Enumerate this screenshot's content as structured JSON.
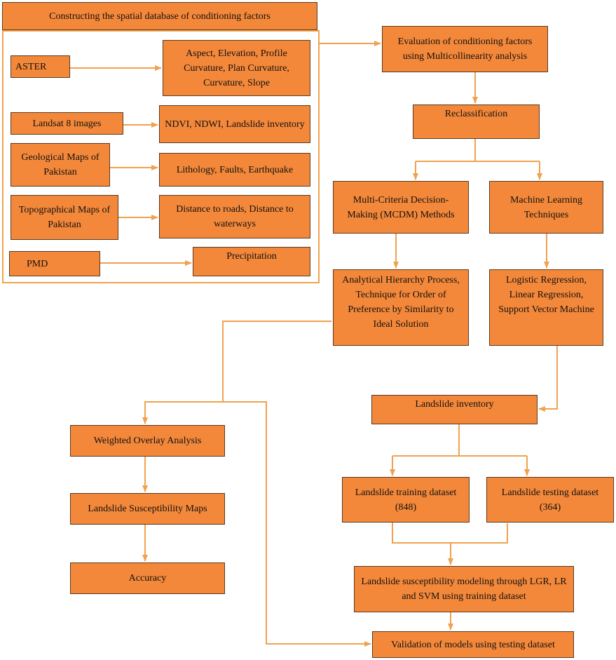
{
  "colors": {
    "box_fill": "#f4883a",
    "box_border": "#5a3a1e",
    "arrow": "#f0a24f",
    "frame": "#f0a24f"
  },
  "nodes": {
    "header": "Constructing the spatial database of conditioning factors",
    "aster": "ASTER",
    "terrain": "Aspect, Elevation, Profile Curvature, Plan Curvature, Curvature, Slope",
    "landsat": "Landsat 8 images",
    "ndvi": "NDVI, NDWI, Landslide inventory",
    "geo": "Geological Maps of Pakistan",
    "litho": "Lithology, Faults, Earthquake",
    "topo": "Topographical Maps of Pakistan",
    "dist": "Distance to roads, Distance to waterways",
    "pmd": "PMD",
    "precip": "Precipitation",
    "eval": "Evaluation of conditioning factors using Multicollinearity analysis",
    "reclass": "Reclassification",
    "mcdm": "Multi-Criteria Decision-Making (MCDM) Methods",
    "ml": "Machine Learning Techniques",
    "ahp": "Analytical Hierarchy Process, Technique for Order of Preference by Similarity to Ideal Solution",
    "lgr": "Logistic Regression, Linear Regression, Support Vector Machine",
    "inventory": "Landslide inventory",
    "training": "Landslide training dataset (848)",
    "testing": "Landslide testing dataset (364)",
    "wover": "Weighted Overlay Analysis",
    "lsm": "Landslide Susceptibility Maps",
    "accuracy": "Accuracy",
    "modeling": "Landslide susceptibility modeling through LGR, LR and SVM using training dataset",
    "validation": "Validation of models using testing dataset"
  }
}
